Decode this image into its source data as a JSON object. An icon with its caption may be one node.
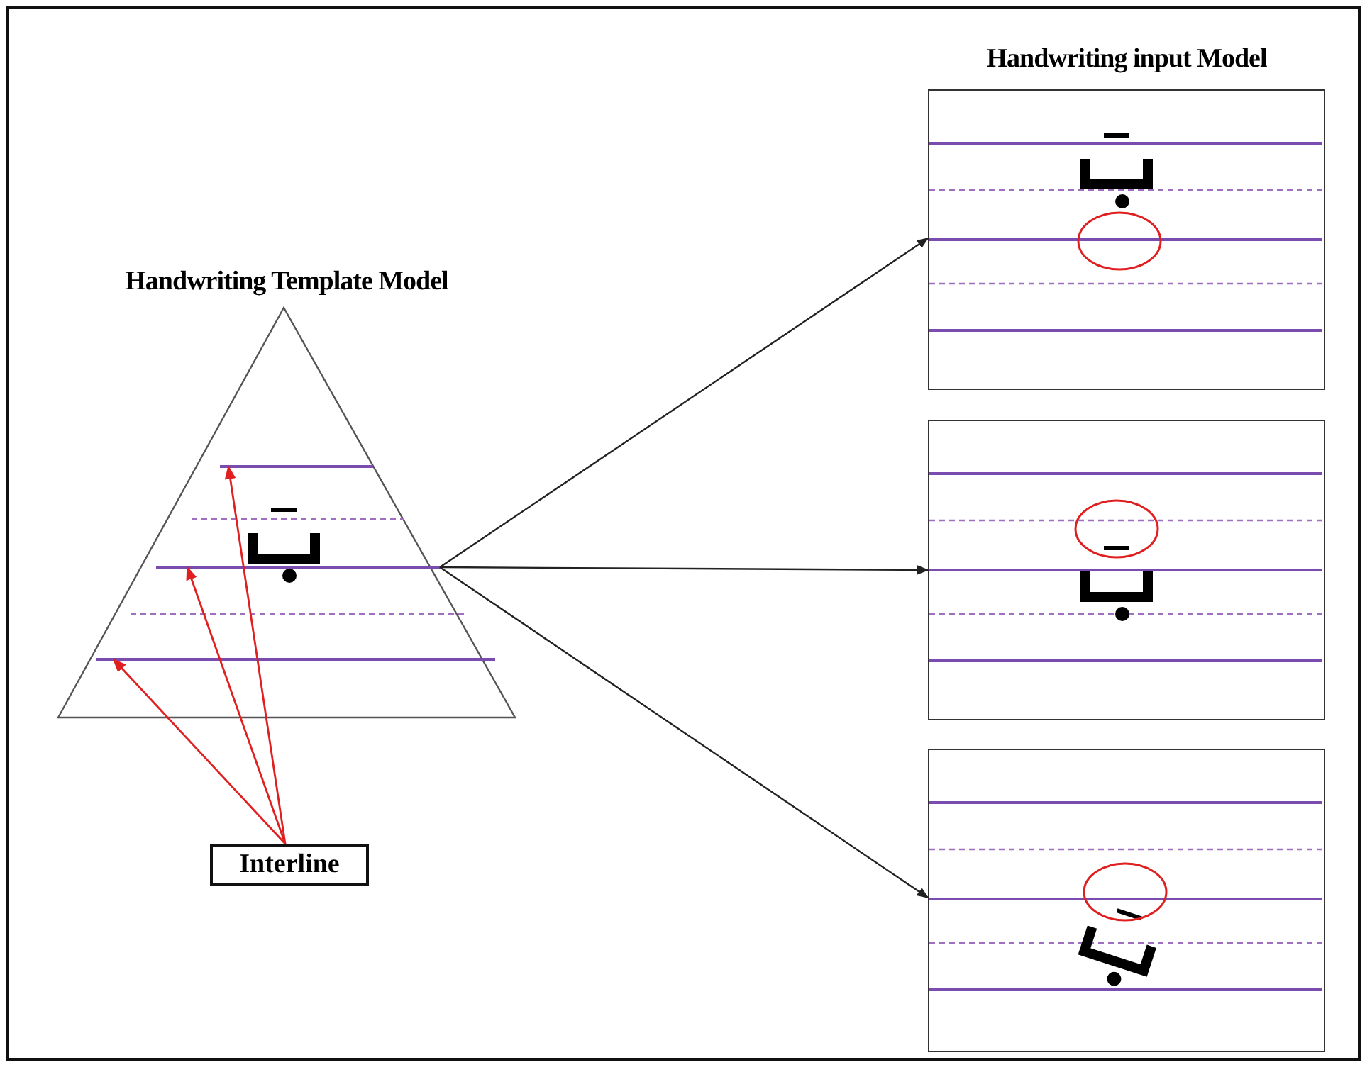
{
  "diagram": {
    "nodes": [
      {
        "text": [
          "Handwriting Template Model"
        ]
      },
      {
        "text": [
          "Handwriting input Model"
        ]
      },
      {
        "text": [],
        "shape": "box"
      },
      {
        "text": [],
        "shape": "box"
      },
      {
        "text": [
          "Interline"
        ]
      },
      {
        "text": [],
        "shape": "bar",
        "in": 0
      },
      {
        "text": [],
        "shape": "bar",
        "in": 0
      },
      {
        "text": [],
        "shape": "bar",
        "in": 0
      }
    ],
    "edges": [
      {
        "from": 0,
        "to": 1,
        "arrow": "to"
      },
      {
        "from": 0,
        "to": 2,
        "arrow": "to"
      },
      {
        "from": 0,
        "to": 3,
        "arrow": "to"
      },
      {
        "from": 4,
        "to": 7,
        "arrow": "to",
        "color": "#e02020"
      },
      {
        "from": 4,
        "to": 6,
        "arrow": "to",
        "color": "#e02020"
      },
      {
        "from": 4,
        "to": 5,
        "arrow": "to",
        "color": "#e02020"
      }
    ]
  }
}
